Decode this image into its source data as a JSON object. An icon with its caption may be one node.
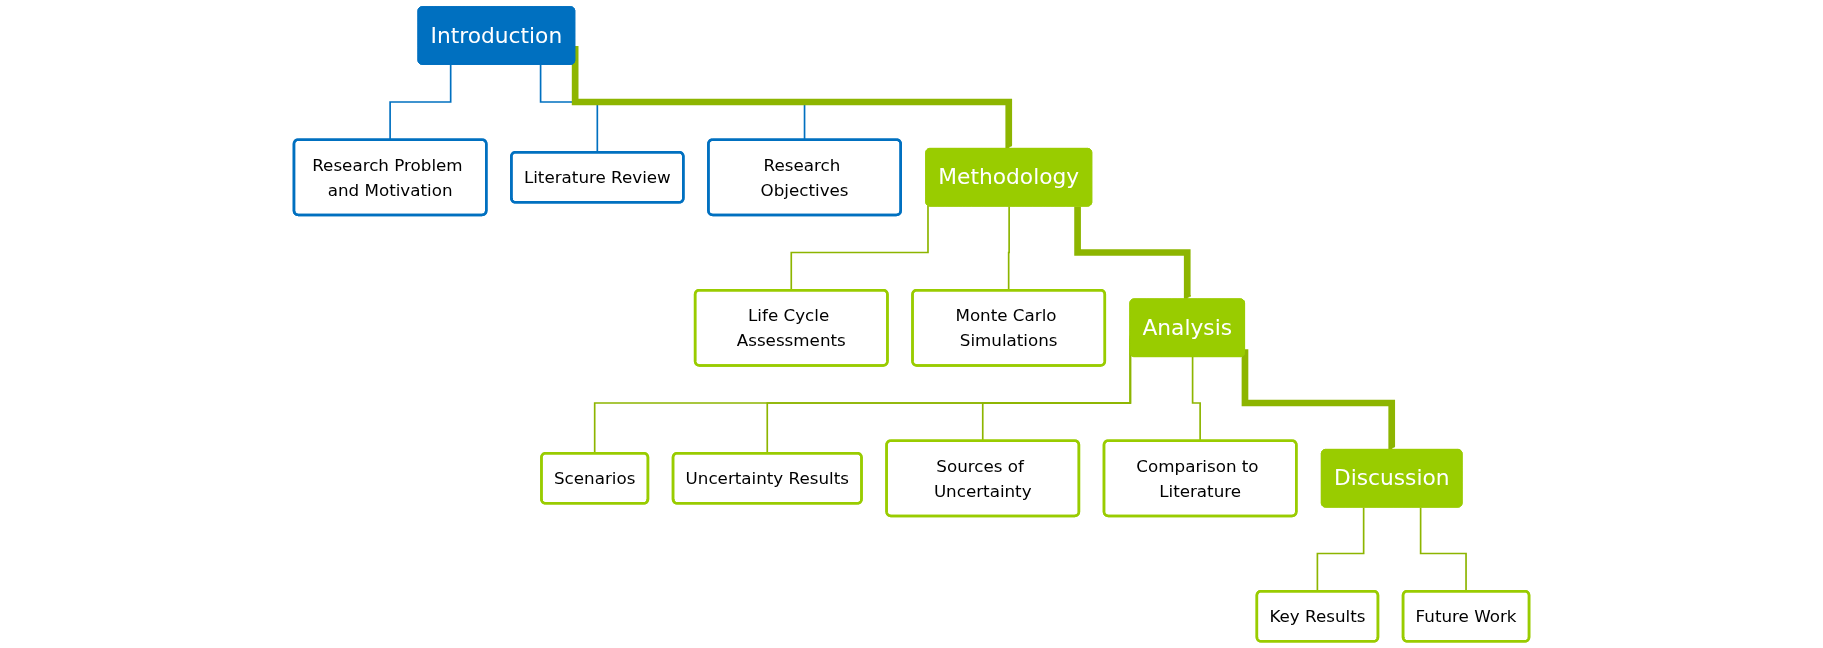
{
  "diagram": {
    "nodes": [
      {
        "text": [
          "Introduction"
        ]
      },
      {
        "text": [
          "Research Problem and Motivation"
        ]
      },
      {
        "text": [
          "Literature Review"
        ]
      },
      {
        "text": [
          "Research Objectives"
        ]
      },
      {
        "text": [
          "Methodology"
        ]
      },
      {
        "text": [
          "Life Cycle Assessments"
        ]
      },
      {
        "text": [
          "Monte Carlo Simulations"
        ]
      },
      {
        "text": [
          "Analysis"
        ]
      },
      {
        "text": [
          "Scenarios"
        ]
      },
      {
        "text": [
          "Uncertainty Results"
        ]
      },
      {
        "text": [
          "Sources of Uncertainty"
        ]
      },
      {
        "text": [
          "Comparison to Literature"
        ]
      },
      {
        "text": [
          "Discussion"
        ]
      },
      {
        "text": [
          "Key Results"
        ]
      },
      {
        "text": [
          "Future Work"
        ]
      }
    ],
    "edges": [
      {
        "from": 0,
        "to": 1,
        "arrow": "none",
        "color": "#0070c0"
      },
      {
        "from": 0,
        "to": 2,
        "arrow": "none",
        "color": "#0070c0"
      },
      {
        "from": 0,
        "to": 3,
        "arrow": "none",
        "color": "#0070c0"
      },
      {
        "from": 4,
        "to": 5,
        "arrow": "none"
      },
      {
        "from": 4,
        "to": 6,
        "arrow": "none"
      },
      {
        "from": 7,
        "to": 8,
        "arrow": "none"
      },
      {
        "from": 7,
        "to": 9,
        "arrow": "none"
      },
      {
        "from": 7,
        "to": 10,
        "arrow": "none"
      },
      {
        "from": 7,
        "to": 11,
        "arrow": "none"
      },
      {
        "from": 12,
        "to": 13,
        "arrow": "none"
      },
      {
        "from": 12,
        "to": 14,
        "arrow": "none"
      },
      {
        "from": 0,
        "to": 4,
        "arrow": "to",
        "style": "thick"
      },
      {
        "from": 4,
        "to": 7,
        "arrow": "to",
        "style": "thick"
      },
      {
        "from": 7,
        "to": 12,
        "arrow": "to",
        "style": "thick"
      }
    ]
  }
}
